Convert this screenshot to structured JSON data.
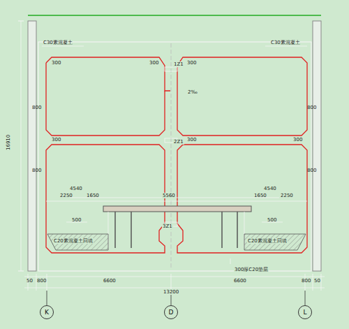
{
  "diagram": {
    "nodes": [
      {
        "text": [
          "K"
        ]
      },
      {
        "text": [
          "D"
        ]
      },
      {
        "text": [
          "L"
        ]
      }
    ],
    "labels": [
      "C30素混凝土",
      "C30素混凝土",
      "16910",
      "800",
      "800",
      "800",
      "800",
      "300",
      "300",
      "300",
      "300",
      "300",
      "300",
      "1Z1",
      "2‰",
      "2Z1",
      "3Z1",
      "4540",
      "4540",
      "2250",
      "1650",
      "5560",
      "1650",
      "2250",
      "500",
      "500",
      "C20素混凝土回填",
      "C20素混凝土回填",
      "300厚C20垫层",
      "50",
      "800",
      "6600",
      "6600",
      "800",
      "50",
      "13200"
    ]
  }
}
